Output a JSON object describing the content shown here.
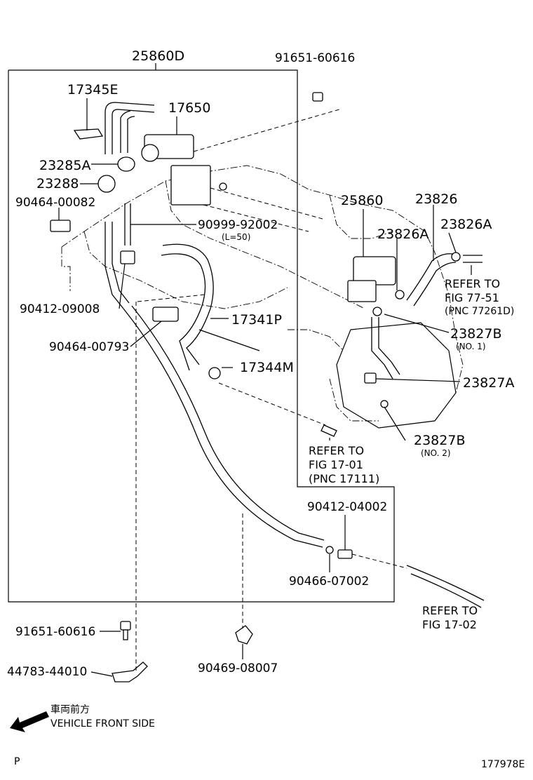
{
  "labels": {
    "p25860D": "25860D",
    "p91651_top": "91651-60616",
    "p17345E": "17345E",
    "p17650": "17650",
    "p23285A": "23285A",
    "p23288": "23288",
    "p90464_00082": "90464-00082",
    "p90999": "90999-92002",
    "p90999_note": "(L=50)",
    "p25860": "25860",
    "p23826": "23826",
    "p23826A_left": "23826A",
    "p23826A_right": "23826A",
    "p90412_09008": "90412-09008",
    "p17341P": "17341P",
    "p90464_00793": "90464-00793",
    "p17344M": "17344M",
    "p23827B_no1": "23827B",
    "p23827B_no1_note": "(NO. 1)",
    "p23827A": "23827A",
    "p23827B_no2": "23827B",
    "p23827B_no2_note": "(NO. 2)",
    "p90412_04002": "90412-04002",
    "p90466_07002": "90466-07002",
    "p91651_bottom": "91651-60616",
    "p44783": "44783-44010",
    "p90469": "90469-08007"
  },
  "refs": {
    "fig7751_line1": "REFER TO",
    "fig7751_line2": "FIG 77-51",
    "fig7751_line3": "(PNC 77261D)",
    "fig1701_line1": "REFER TO",
    "fig1701_line2": "FIG 17-01",
    "fig1701_line3": "(PNC 17111)",
    "fig1702_line1": "REFER TO",
    "fig1702_line2": "FIG 17-02"
  },
  "legend": {
    "jp_text": "車両前方",
    "en_text": "VEHICLE FRONT SIDE"
  },
  "footer": {
    "left_mark": "P",
    "figure_id": "177978E"
  }
}
